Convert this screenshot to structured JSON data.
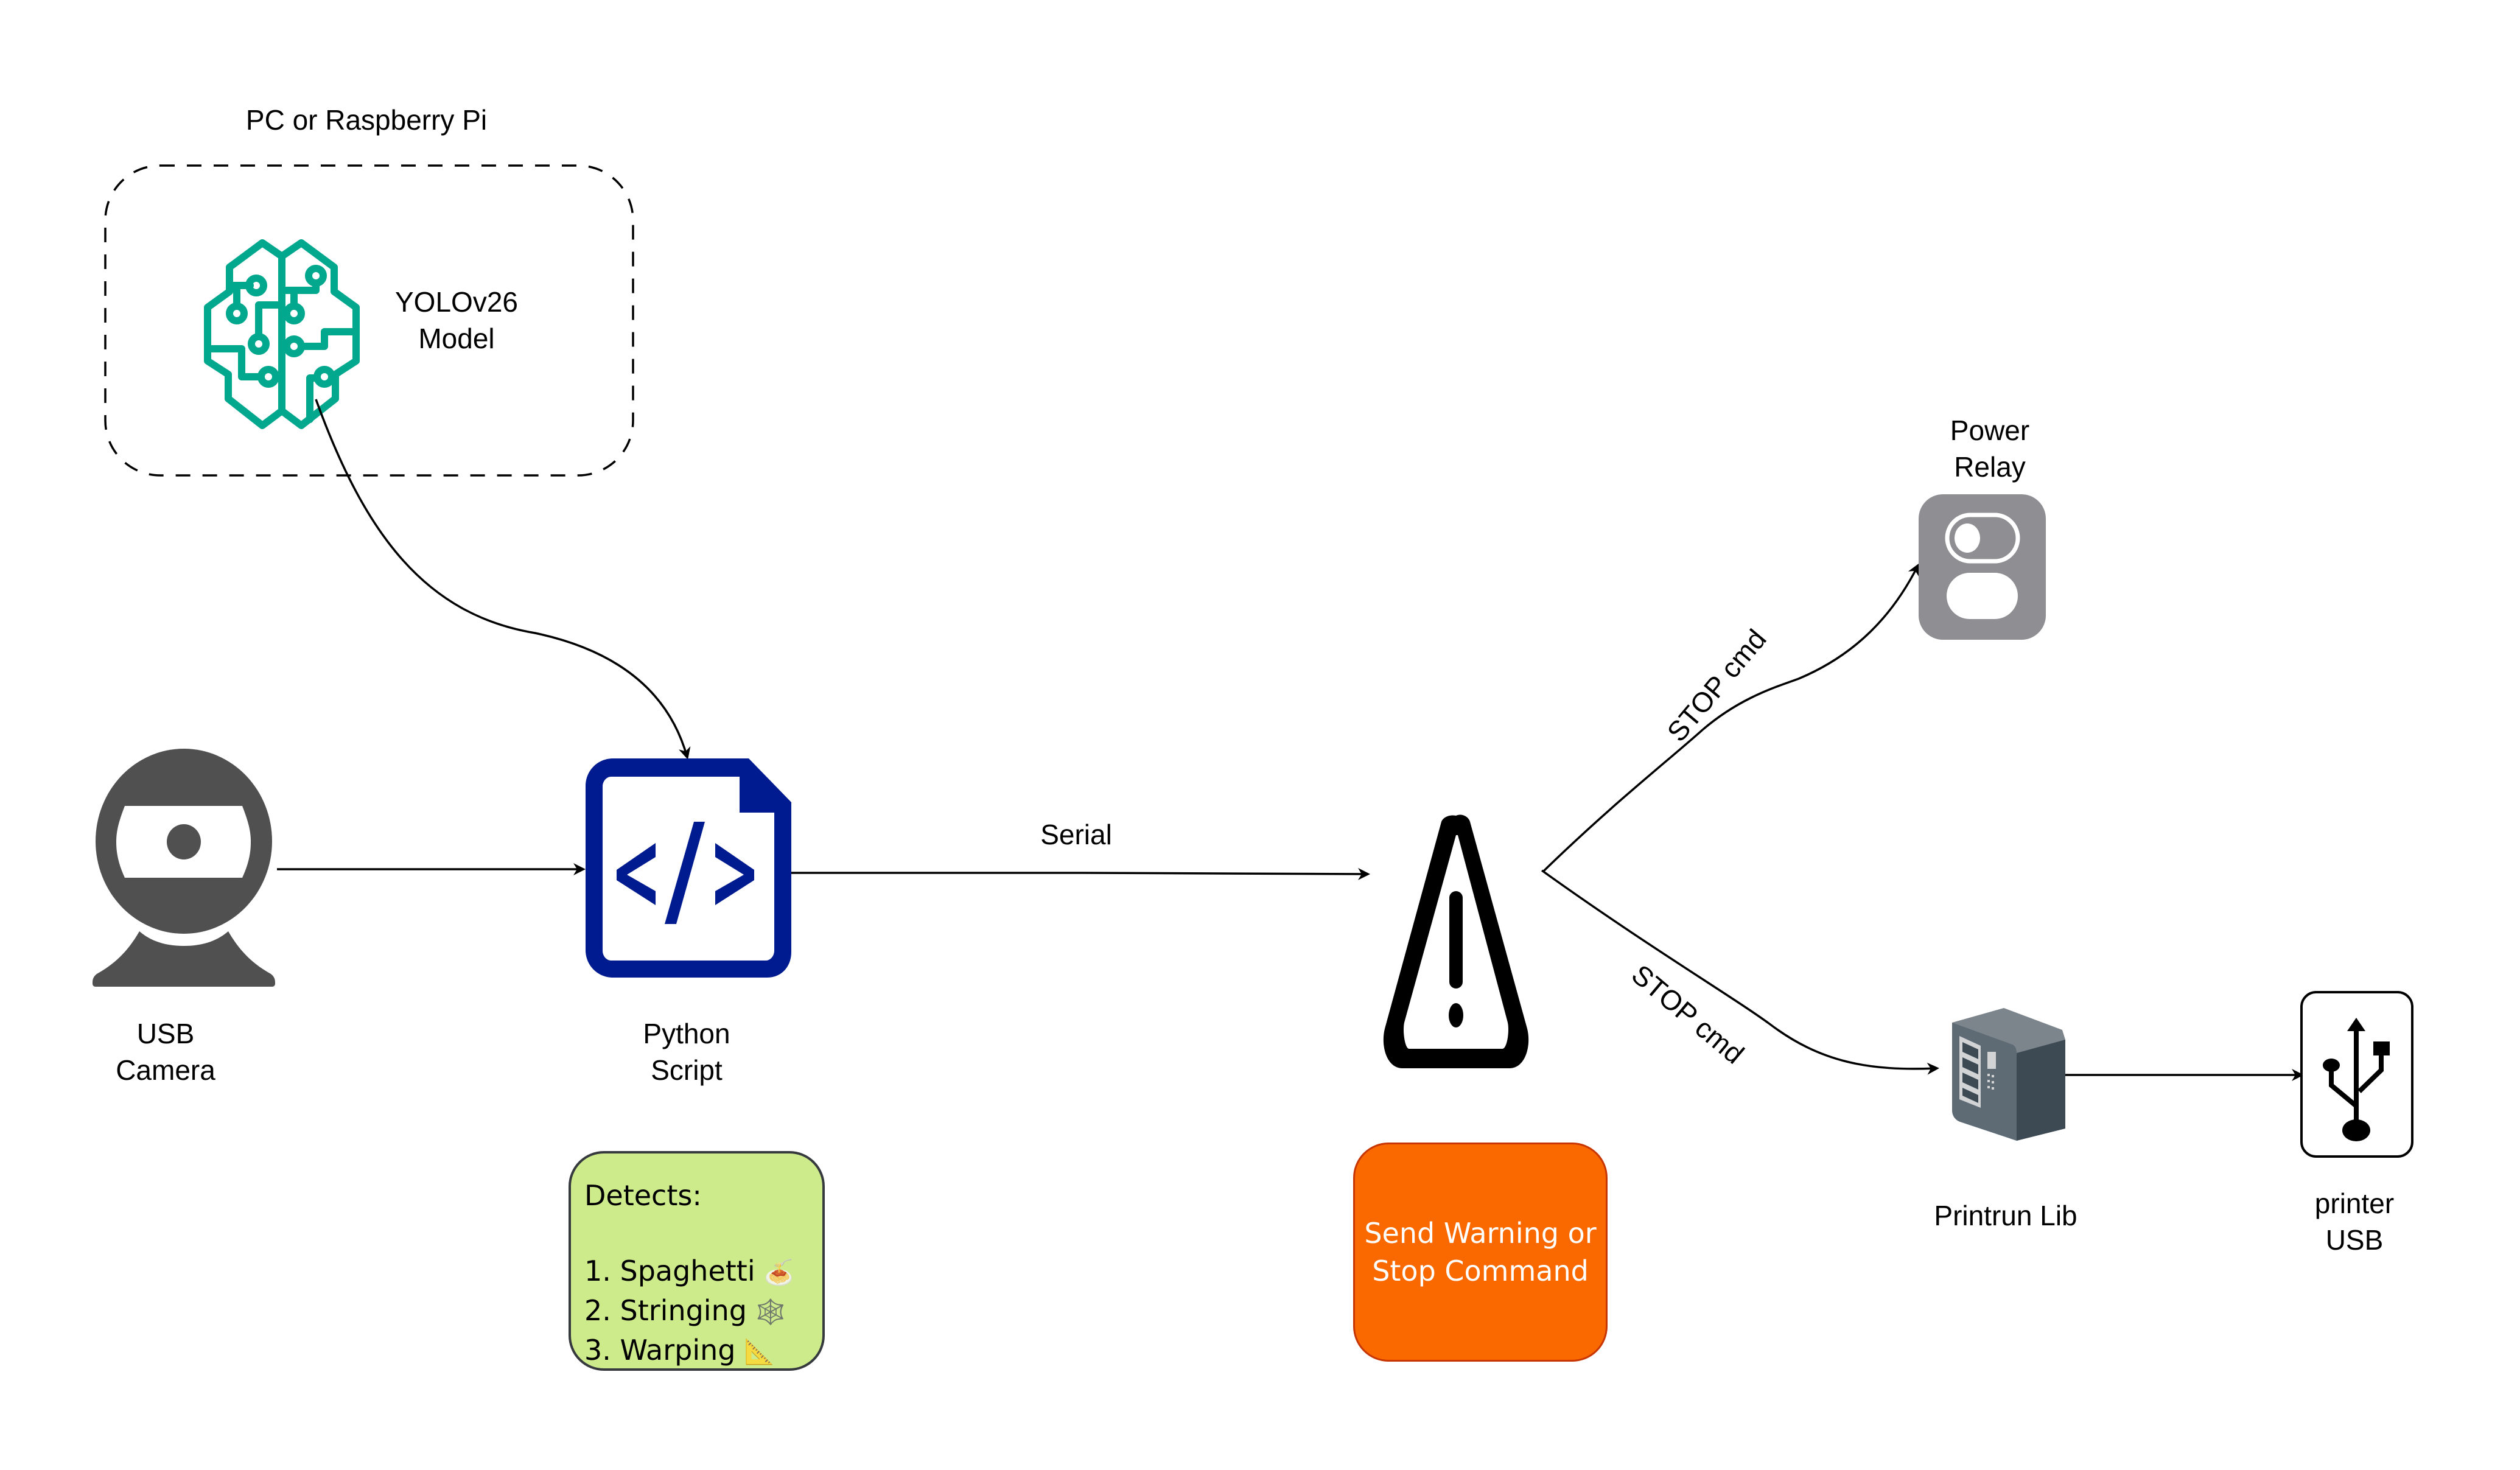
{
  "diagram": {
    "container": {
      "label": "PC or Raspberry Pi",
      "style": "dashed"
    },
    "nodes": {
      "model": {
        "label_lines": [
          "YOLOv26",
          "Model"
        ],
        "icon": "brain-circuit-icon",
        "color": "#01a88d"
      },
      "camera": {
        "label_lines": [
          "USB",
          "Camera"
        ],
        "icon": "webcam-icon",
        "color": "#505050"
      },
      "script": {
        "label_lines": [
          "Python",
          "Script"
        ],
        "icon": "code-file-icon",
        "color": "#001a8f"
      },
      "warning": {
        "icon": "warning-triangle-icon",
        "color": "#000000"
      },
      "relay": {
        "label_lines": [
          "Power",
          "Relay"
        ],
        "icon": "toggle-switch-icon",
        "color": "#8e8e93"
      },
      "printrun": {
        "label": "Printrun Lib",
        "icon": "server-icon",
        "color": "#5b6770"
      },
      "usb": {
        "label_lines": [
          "printer",
          "USB"
        ],
        "icon": "usb-icon"
      }
    },
    "edges": [
      {
        "from": "model",
        "to": "script",
        "label": ""
      },
      {
        "from": "camera",
        "to": "script",
        "label": ""
      },
      {
        "from": "script",
        "to": "warning",
        "label": "Serial"
      },
      {
        "from": "warning",
        "to": "relay",
        "label": "STOP cmd"
      },
      {
        "from": "warning",
        "to": "printrun",
        "label": "STOP cmd"
      },
      {
        "from": "printrun",
        "to": "usb",
        "label": ""
      }
    ],
    "notes": {
      "detects": {
        "title": "Detects:",
        "items": [
          {
            "text": "1. Spaghetti",
            "emoji": "🍝"
          },
          {
            "text": "2. Stringing",
            "emoji": "🕸️"
          },
          {
            "text": "3. Warping",
            "emoji": "📐"
          }
        ],
        "background": "#cdeb8b",
        "border": "#36393d"
      },
      "action": {
        "lines": [
          "Send Warning or",
          "Stop Command"
        ],
        "background": "#fa6800",
        "border": "#c73500",
        "text_color": "#ffffff"
      }
    }
  }
}
